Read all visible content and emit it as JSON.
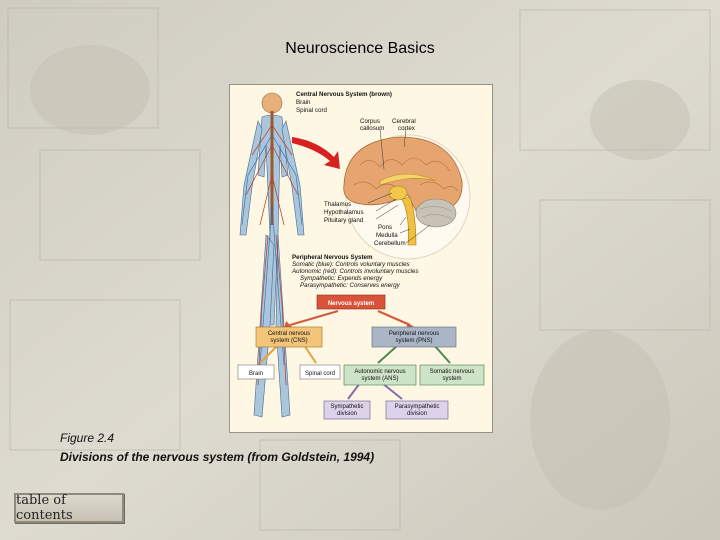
{
  "page": {
    "title": "Neuroscience Basics"
  },
  "figure": {
    "label": "Figure 2.4",
    "caption": "Divisions of the nervous system (from Goldstein, 1994)",
    "cns_heading": "Central Nervous System (brown)",
    "cns_brain": "Brain",
    "cns_spinal": "Spinal cord",
    "corpus_callosum": "Corpus callosum",
    "cerebral_cortex": "Cerebral cortex",
    "thalamus": "Thalamus",
    "hypothalamus": "Hypothalamus",
    "pituitary": "Pituitary gland",
    "pons": "Pons",
    "medulla": "Medulla",
    "cerebellum": "Cerebellum",
    "pns_heading": "Peripheral Nervous System",
    "pns_somatic": "Somatic (blue): Controls voluntary muscles",
    "pns_autonomic": "Autonomic (red): Controls involuntary muscles",
    "pns_sympathetic": "Sympathetic: Expends energy",
    "pns_parasympathetic": "Parasympathetic: Conserves energy",
    "tree": {
      "root": "Nervous system",
      "cns": "Central nervous system (CNS)",
      "pns": "Peripheral nervous system (PNS)",
      "brain": "Brain",
      "spinal": "Spinal cord",
      "ans": "Autonomic nervous system (ANS)",
      "sns": "Somatic nervous system",
      "symp": "Sympathetic division",
      "parasymp": "Parasympathetic division"
    }
  },
  "nav": {
    "toc_label": "table of contents"
  }
}
